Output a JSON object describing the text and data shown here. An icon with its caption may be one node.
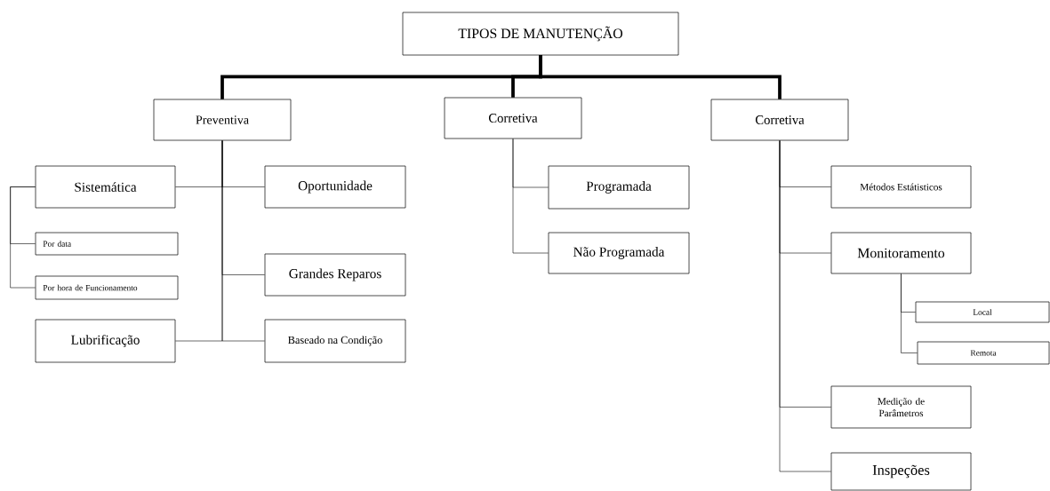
{
  "diagram": {
    "nodes": [
      {
        "text": [
          "TIPOS DE MANUTENÇÃO"
        ]
      },
      {
        "text": [
          "Preventiva"
        ]
      },
      {
        "text": [
          "Corretiva"
        ]
      },
      {
        "text": [
          "Corretiva"
        ]
      },
      {
        "text": [
          "Sistemática"
        ]
      },
      {
        "text": [
          "Oportunidade"
        ]
      },
      {
        "text": [
          "Por data"
        ]
      },
      {
        "text": [
          "Por hora de Funcionamento"
        ]
      },
      {
        "text": [
          "Grandes Reparos"
        ]
      },
      {
        "text": [
          "Lubrificação"
        ]
      },
      {
        "text": [
          "Baseado na Condição"
        ]
      },
      {
        "text": [
          "Programada"
        ]
      },
      {
        "text": [
          "Não Programada"
        ]
      },
      {
        "text": [
          "Métodos Estátisticos"
        ]
      },
      {
        "text": [
          "Monitoramento"
        ]
      },
      {
        "text": [
          "Local"
        ]
      },
      {
        "text": [
          "Remota"
        ]
      },
      {
        "text": [
          "Medição de Parâmetros"
        ]
      },
      {
        "text": [
          "Inspeções"
        ]
      }
    ],
    "edges": [
      {
        "from": 0,
        "to": 1,
        "arrow": "none",
        "style": "thick"
      },
      {
        "from": 0,
        "to": 2,
        "arrow": "none",
        "style": "thick"
      },
      {
        "from": 0,
        "to": 3,
        "arrow": "none",
        "style": "thick"
      },
      {
        "from": 1,
        "to": 4,
        "arrow": "none"
      },
      {
        "from": 1,
        "to": 5,
        "arrow": "none"
      },
      {
        "from": 1,
        "to": 8,
        "arrow": "none"
      },
      {
        "from": 1,
        "to": 9,
        "arrow": "none"
      },
      {
        "from": 1,
        "to": 10,
        "arrow": "none"
      },
      {
        "from": 4,
        "to": 6,
        "arrow": "none"
      },
      {
        "from": 4,
        "to": 7,
        "arrow": "none"
      },
      {
        "from": 2,
        "to": 11,
        "arrow": "none"
      },
      {
        "from": 2,
        "to": 12,
        "arrow": "none"
      },
      {
        "from": 3,
        "to": 13,
        "arrow": "none"
      },
      {
        "from": 3,
        "to": 14,
        "arrow": "none"
      },
      {
        "from": 14,
        "to": 15,
        "arrow": "none"
      },
      {
        "from": 14,
        "to": 16,
        "arrow": "none"
      },
      {
        "from": 3,
        "to": 17,
        "arrow": "none"
      },
      {
        "from": 3,
        "to": 18,
        "arrow": "none"
      }
    ]
  }
}
